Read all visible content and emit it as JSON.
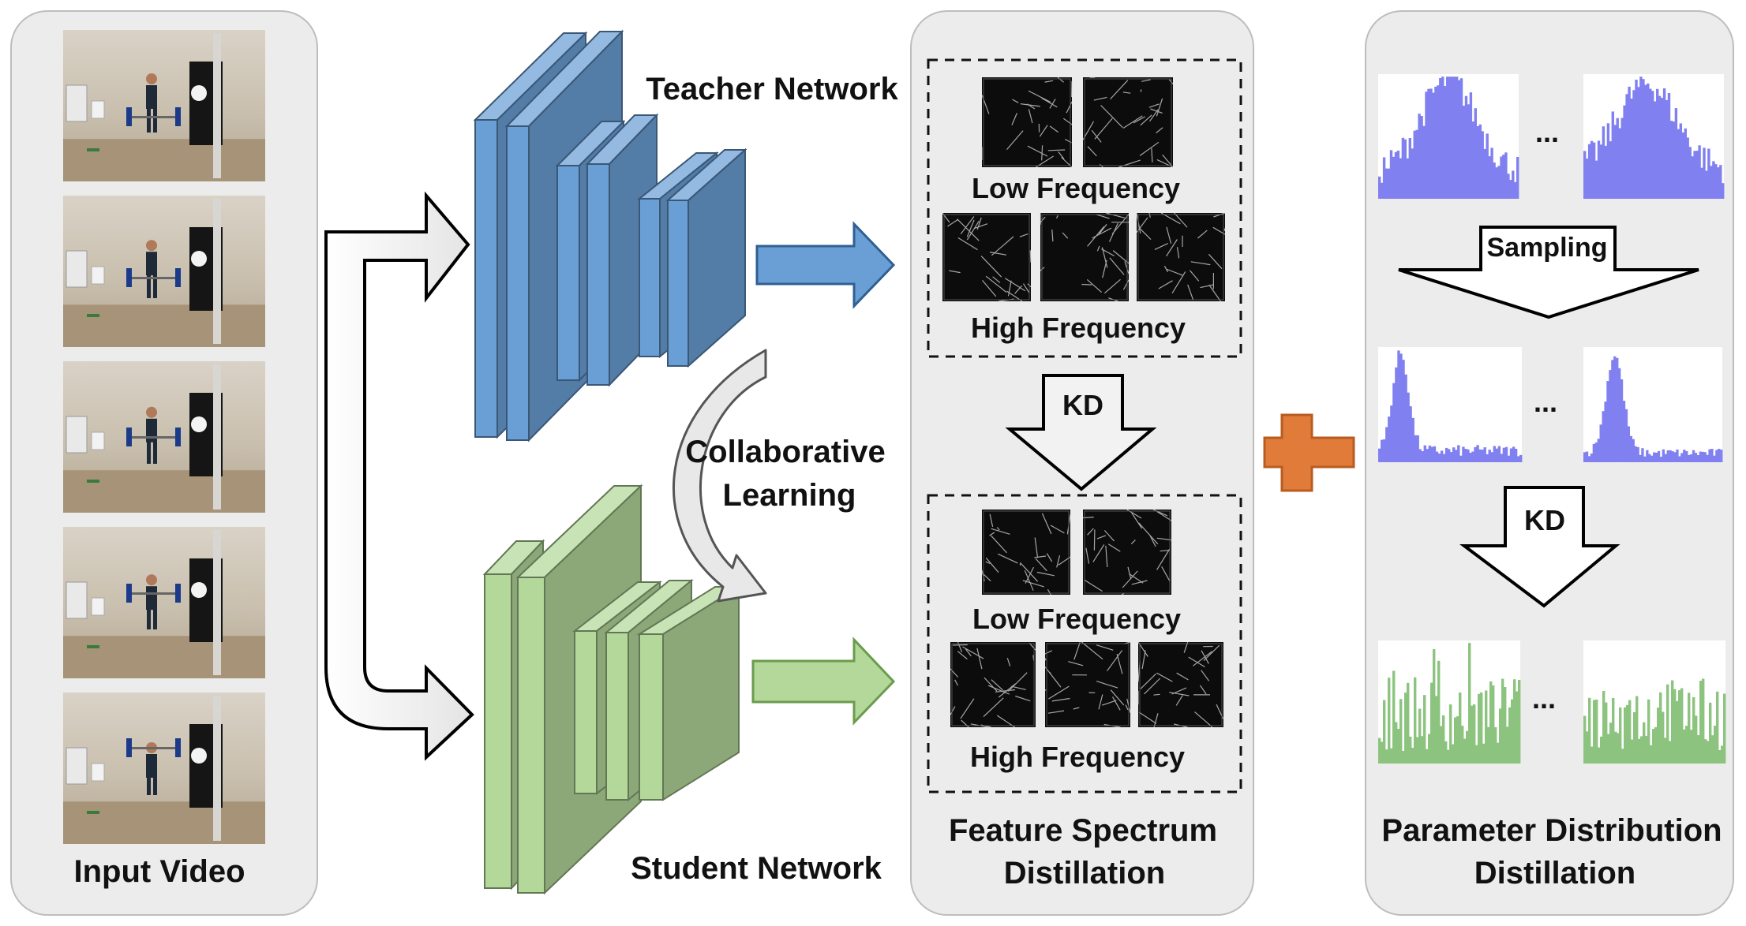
{
  "panels": {
    "input_label": "Input Video",
    "feature_title_line1": "Feature Spectrum",
    "feature_title_line2": "Distillation",
    "param_title_line1": "Parameter Distribution",
    "param_title_line2": "Distillation"
  },
  "networks": {
    "teacher_label": "Teacher Network",
    "student_label": "Student Network",
    "teacher_color": "#6a9fd6",
    "student_color": "#b3d89a",
    "collab_line1": "Collaborative",
    "collab_line2": "Learning"
  },
  "spectrum": {
    "teacher_low": "Low Frequency",
    "teacher_high": "High Frequency",
    "kd": "KD",
    "student_low": "Low Frequency",
    "student_high": "High Frequency"
  },
  "params": {
    "sampling": "Sampling",
    "kd": "KD",
    "ellipsis": "...",
    "teacher_hist_color": "#8080f0",
    "student_hist_color": "#8cc47f",
    "plus_color": "#e07b39"
  }
}
